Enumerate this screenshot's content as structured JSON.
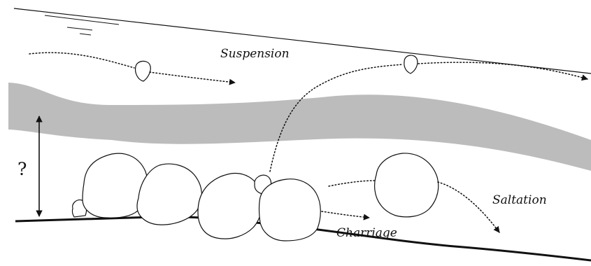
{
  "labels": {
    "suspension": "Suspension",
    "saltation": "Saltation",
    "charriage": "Charriage",
    "unknown_depth": "?"
  },
  "colors": {
    "line": "#111111",
    "gray_band": "#bcbcbc",
    "grain_fill": "#ffffff"
  }
}
